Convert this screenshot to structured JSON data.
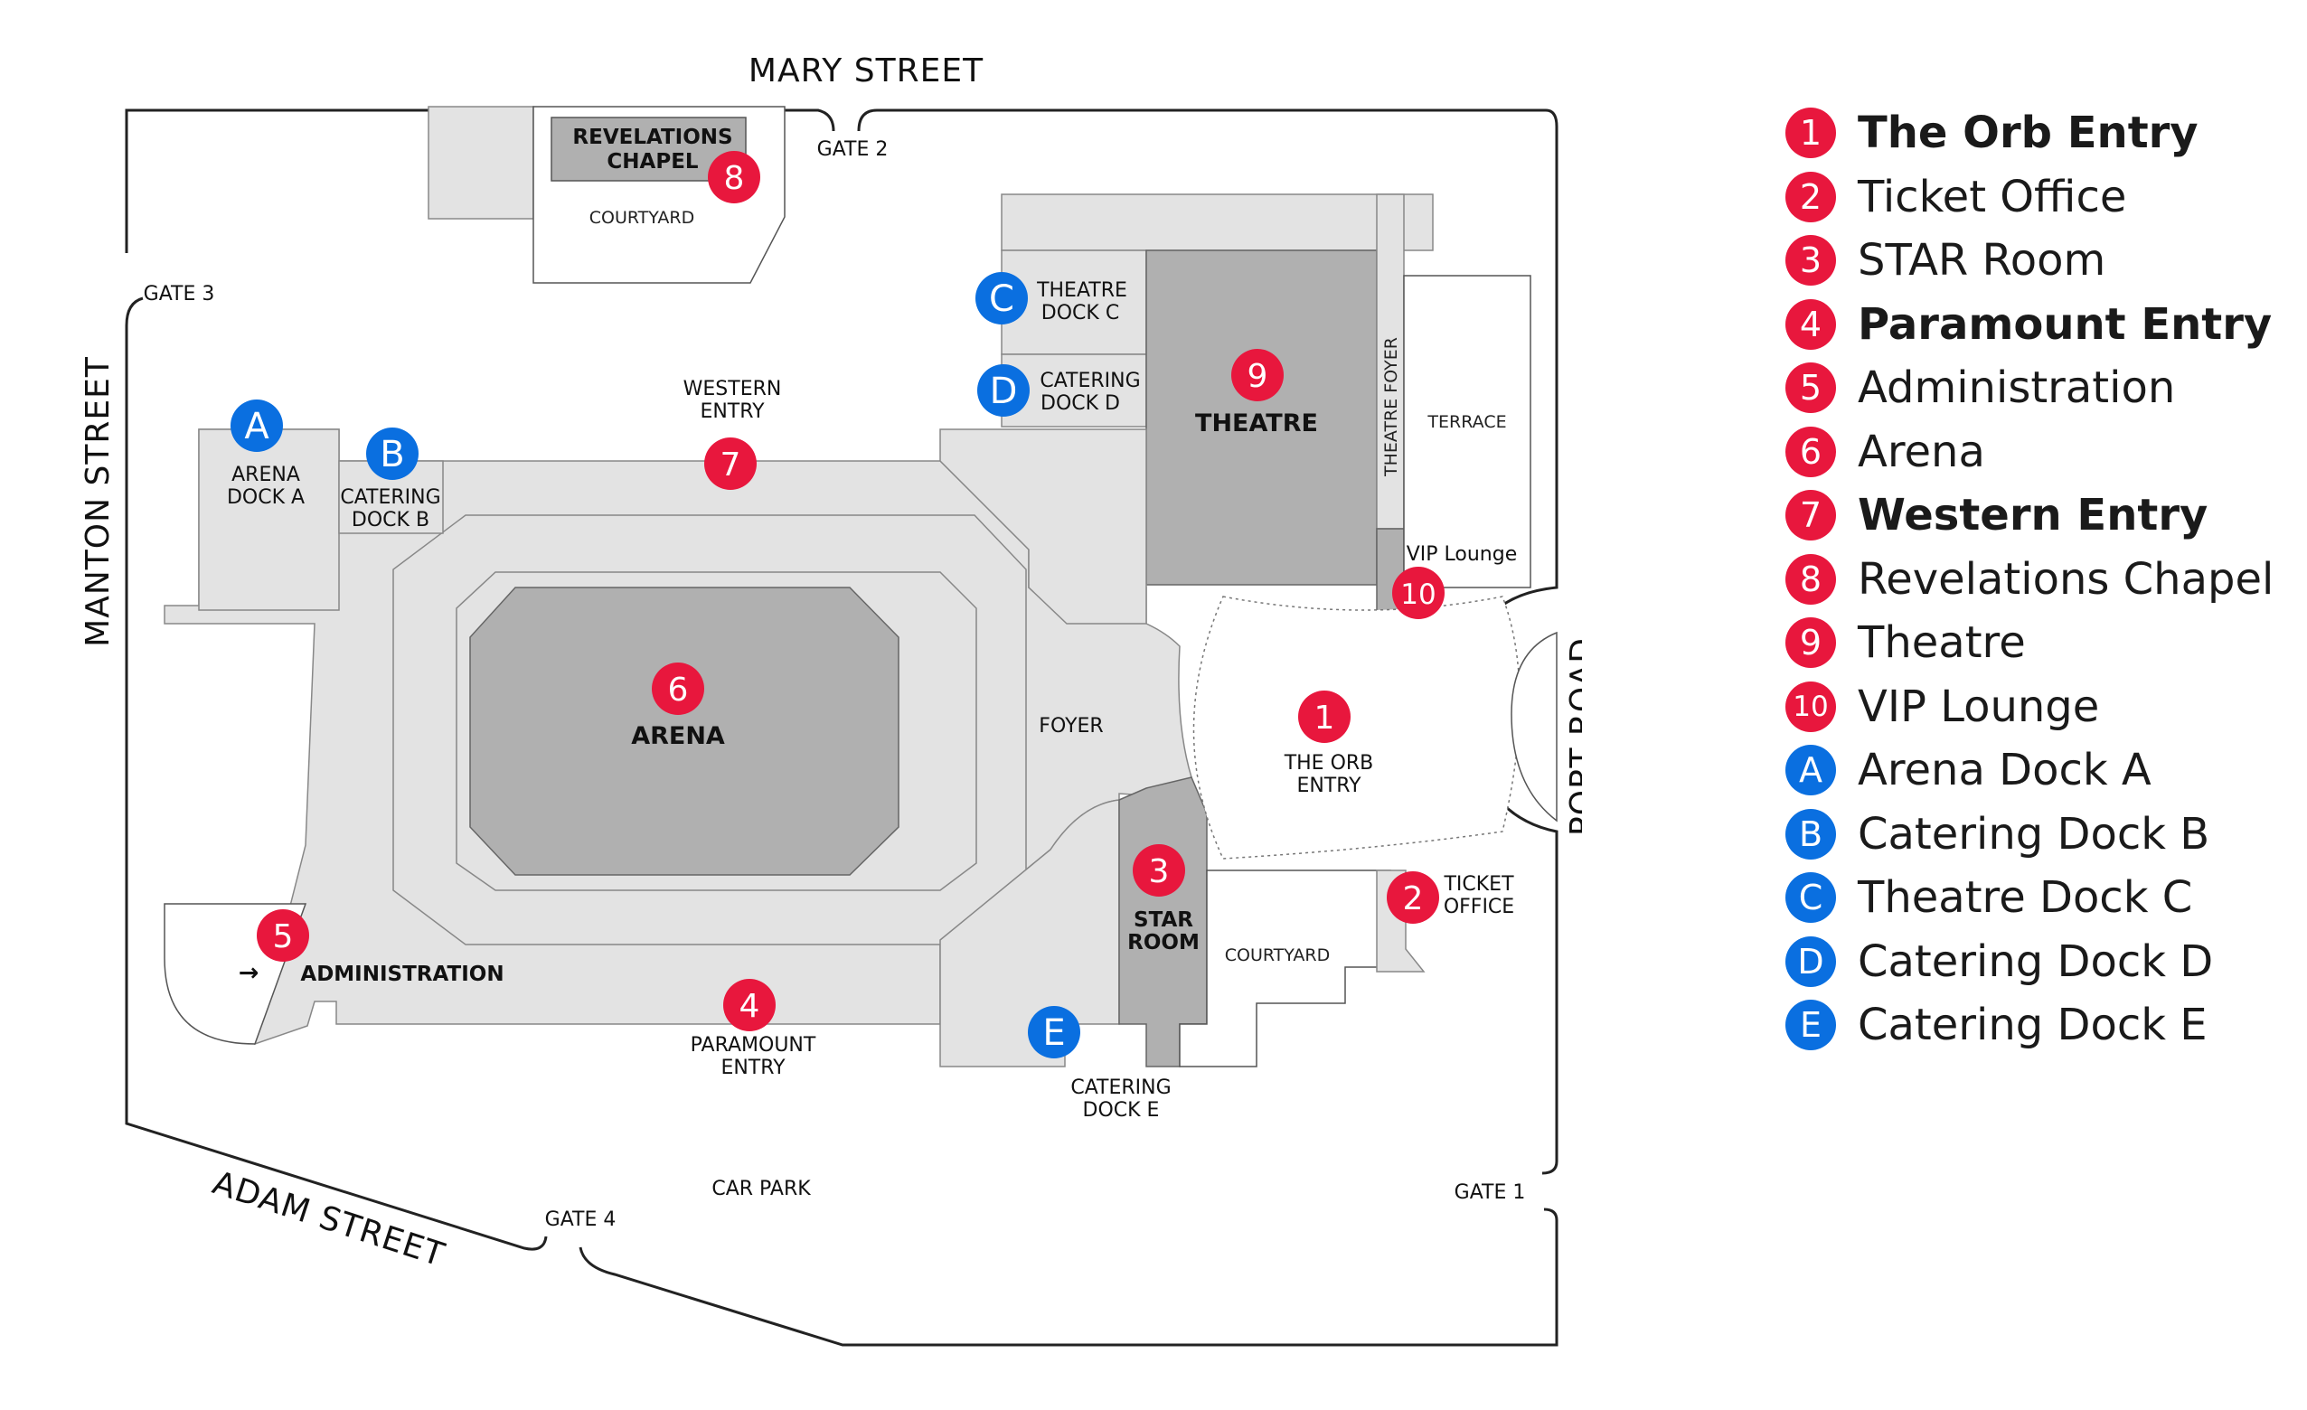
{
  "streets": {
    "mary": "MARY STREET",
    "manton": "MANTON STREET",
    "adam": "ADAM STREET",
    "port": "PORT ROAD"
  },
  "gates": {
    "gate1": "GATE 1",
    "gate2": "GATE 2",
    "gate3": "GATE 3",
    "gate4": "GATE 4"
  },
  "areas": {
    "revelations_line1": "REVELATIONS",
    "revelations_line2": "CHAPEL",
    "courtyard_top": "COURTYARD",
    "theatre_dock_c_line1": "THEATRE",
    "theatre_dock_c_line2": "DOCK C",
    "catering_dock_d_line1": "CATERING",
    "catering_dock_d_line2": "DOCK D",
    "western_entry_line1": "WESTERN",
    "western_entry_line2": "ENTRY",
    "theatre": "THEATRE",
    "theatre_foyer": "THEATRE FOYER",
    "terrace": "TERRACE",
    "vip_lounge": "VIP Lounge",
    "arena_dock_a_line1": "ARENA",
    "arena_dock_a_line2": "DOCK A",
    "catering_dock_b_line1": "CATERING",
    "catering_dock_b_line2": "DOCK B",
    "arena": "ARENA",
    "foyer": "FOYER",
    "orb_entry_line1": "THE ORB",
    "orb_entry_line2": "ENTRY",
    "star_room_line1": "STAR",
    "star_room_line2": "ROOM",
    "ticket_office_line1": "TICKET",
    "ticket_office_line2": "OFFICE",
    "courtyard_bottom": "COURTYARD",
    "administration": "ADMINISTRATION",
    "admin_arrow": "→",
    "paramount_entry_line1": "PARAMOUNT",
    "paramount_entry_line2": "ENTRY",
    "catering_dock_e_line1": "CATERING",
    "catering_dock_e_line2": "DOCK E",
    "car_park": "CAR PARK"
  },
  "markers": {
    "m1": "1",
    "m2": "2",
    "m3": "3",
    "m4": "4",
    "m5": "5",
    "m6": "6",
    "m7": "7",
    "m8": "8",
    "m9": "9",
    "m10": "10",
    "a": "A",
    "b": "B",
    "c": "C",
    "d": "D",
    "e": "E"
  },
  "colors": {
    "marker_red": "#e8173d",
    "marker_blue": "#0a6fe0",
    "area_light": "#e3e3e3",
    "area_dark": "#b0b0b0"
  },
  "legend": [
    {
      "badge": "1",
      "label": "The Orb Entry",
      "color": "red",
      "bold": true
    },
    {
      "badge": "2",
      "label": "Ticket Office",
      "color": "red",
      "bold": false
    },
    {
      "badge": "3",
      "label": "STAR Room",
      "color": "red",
      "bold": false
    },
    {
      "badge": "4",
      "label": "Paramount Entry",
      "color": "red",
      "bold": true
    },
    {
      "badge": "5",
      "label": "Administration",
      "color": "red",
      "bold": false
    },
    {
      "badge": "6",
      "label": "Arena",
      "color": "red",
      "bold": false
    },
    {
      "badge": "7",
      "label": "Western Entry",
      "color": "red",
      "bold": true
    },
    {
      "badge": "8",
      "label": "Revelations Chapel",
      "color": "red",
      "bold": false
    },
    {
      "badge": "9",
      "label": "Theatre",
      "color": "red",
      "bold": false
    },
    {
      "badge": "10",
      "label": "VIP Lounge",
      "color": "red",
      "bold": false
    },
    {
      "badge": "A",
      "label": "Arena Dock A",
      "color": "blue",
      "bold": false
    },
    {
      "badge": "B",
      "label": "Catering Dock B",
      "color": "blue",
      "bold": false
    },
    {
      "badge": "C",
      "label": "Theatre Dock C",
      "color": "blue",
      "bold": false
    },
    {
      "badge": "D",
      "label": "Catering Dock D",
      "color": "blue",
      "bold": false
    },
    {
      "badge": "E",
      "label": "Catering Dock E",
      "color": "blue",
      "bold": false
    }
  ]
}
